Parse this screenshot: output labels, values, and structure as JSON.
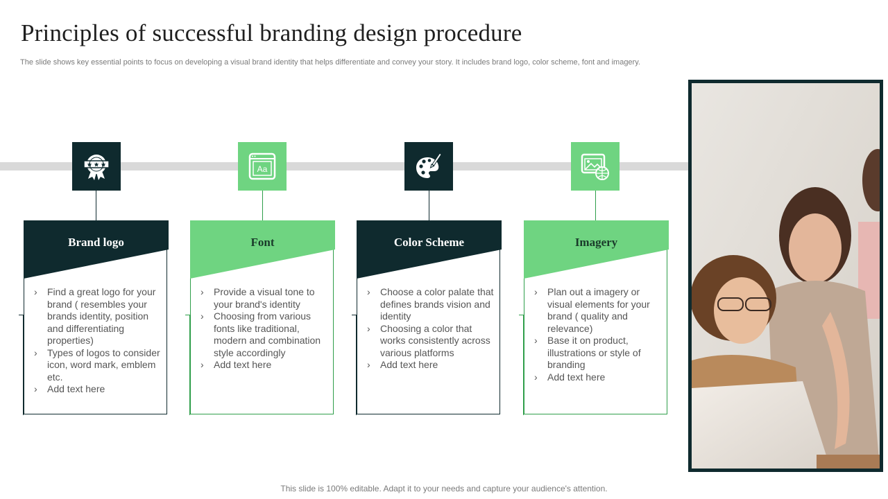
{
  "title": "Principles of successful branding design procedure",
  "subtitle": "The slide shows key essential points to focus on developing a visual brand identity that helps differentiate and convey your story. It includes brand logo, color scheme, font and imagery.",
  "cards": [
    {
      "title": "Brand logo",
      "icon": "award-badge-icon",
      "bullets": [
        "Find a great logo for your brand ( resembles your brands identity, position and differentiating properties)",
        "Types of logos to consider icon, word mark, emblem etc.",
        "Add text here"
      ]
    },
    {
      "title": "Font",
      "icon": "font-aa-icon",
      "icon_text": "Aa",
      "bullets": [
        "Provide a visual tone to your brand's identity",
        "Choosing from various fonts like traditional, modern and combination style accordingly",
        "Add text here"
      ]
    },
    {
      "title": "Color Scheme",
      "icon": "color-palette-icon",
      "bullets": [
        "Choose a color palate that defines brands vision and identity",
        "Choosing a color that works consistently across various platforms",
        "Add text here"
      ]
    },
    {
      "title": "Imagery",
      "icon": "image-globe-icon",
      "bullets": [
        "Plan out a imagery or visual elements for your brand ( quality and relevance)",
        "Base it on product, illustrations or style of branding",
        "Add text here"
      ]
    }
  ],
  "footer": "This slide is 100% editable. Adapt it to your needs and capture your audience's attention.",
  "colors": {
    "dark": "#0f2a2e",
    "green": "#6fd481",
    "green_border": "#2e9e4a",
    "timeline": "#d9d9d9"
  }
}
